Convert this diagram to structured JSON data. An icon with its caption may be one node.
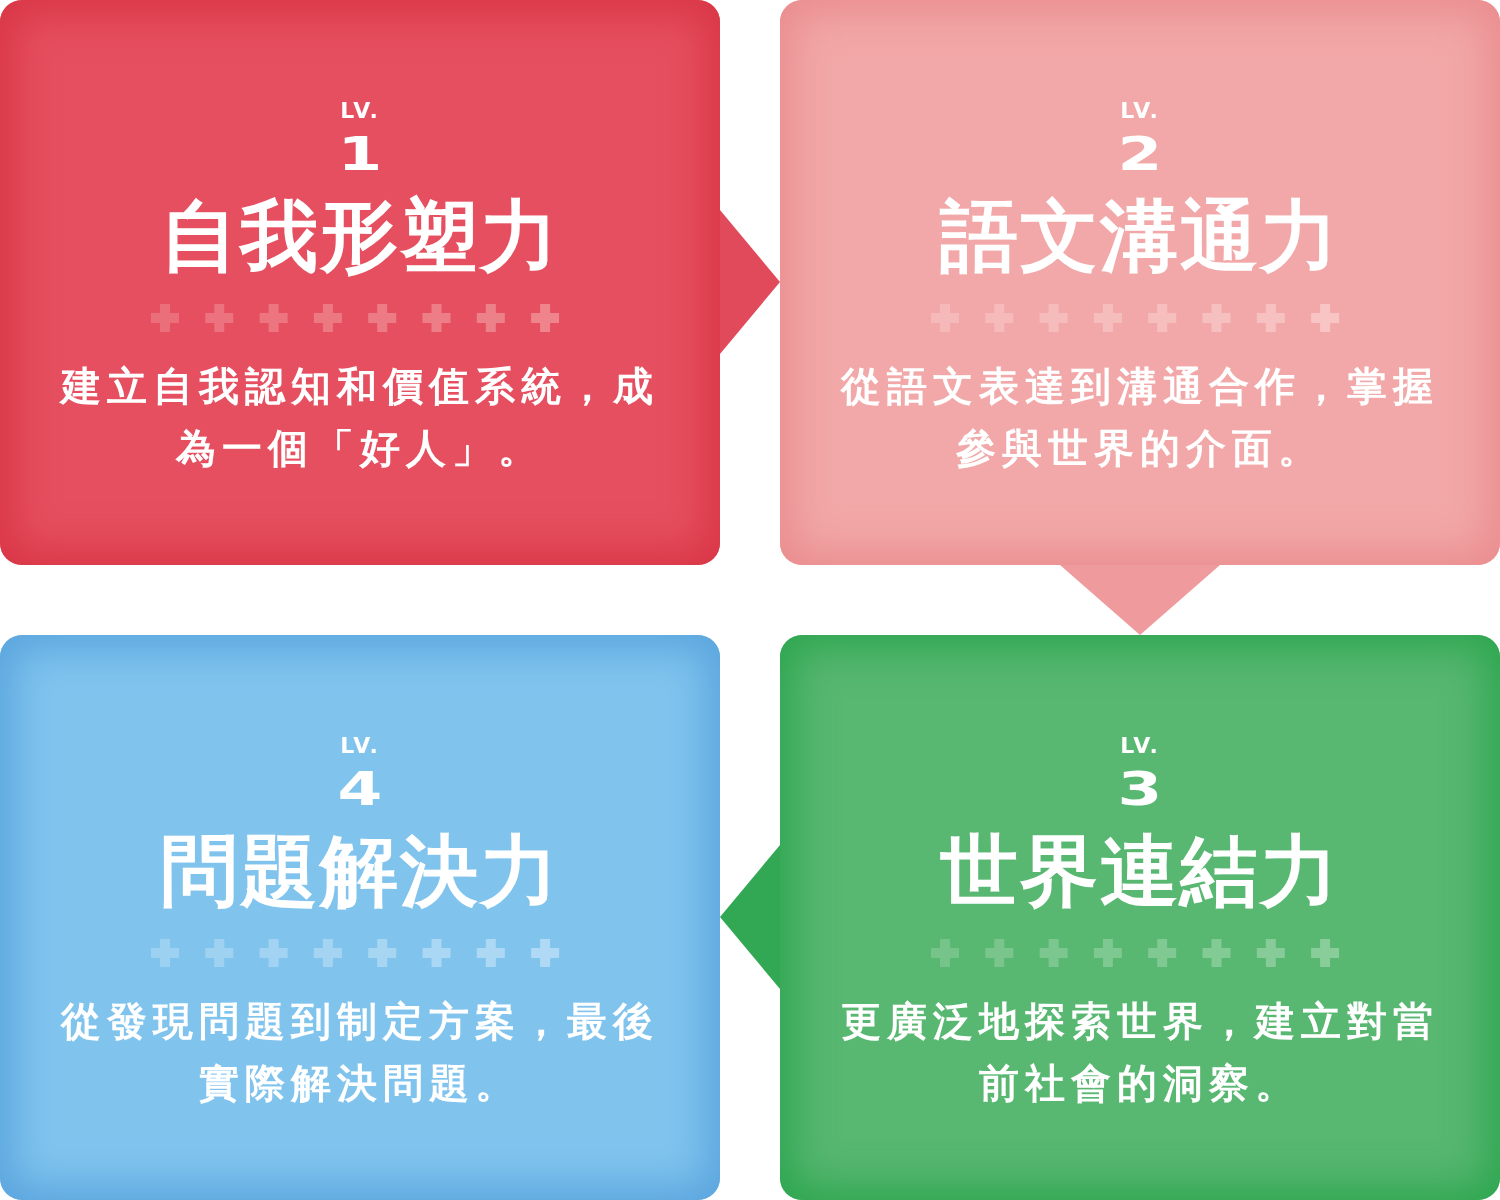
{
  "diagram": {
    "nodes": [
      {
        "text": [
          "LV.",
          "1",
          "自我形塑力",
          "建立自我認知和價值系統，成為一個「好人」。"
        ]
      },
      {
        "text": [
          "LV.",
          "2",
          "語文溝通力",
          "從語文表達到溝通合作，掌握參與世界的介面。"
        ]
      },
      {
        "text": [
          "LV.",
          "4",
          "問題解決力",
          "從發現問題到制定方案，最後實際解決問題。"
        ]
      },
      {
        "text": [
          "LV.",
          "3",
          "世界連結力",
          "更廣泛地探索世界，建立對當前社會的洞察。"
        ]
      }
    ],
    "edges": [
      {
        "from": 0,
        "to": 1,
        "arrow": "to",
        "color": "#e04a5a"
      },
      {
        "from": 1,
        "to": 3,
        "arrow": "to",
        "color": "#ef9a9c"
      },
      {
        "from": 3,
        "to": 2,
        "arrow": "to",
        "color": "#32a854"
      }
    ]
  }
}
